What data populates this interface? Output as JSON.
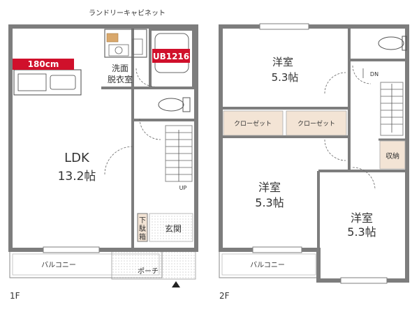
{
  "floor1": {
    "label": "1F",
    "laundry_cabinet": "ランドリーキャビネット",
    "kitchen_width": "180cm",
    "unit_bath": "UB1216",
    "washroom_line1": "洗面",
    "washroom_line2": "脱衣室",
    "ldk_name": "LDK",
    "ldk_size": "13.2帖",
    "stair_up": "UP",
    "shoe_box_line1": "下",
    "shoe_box_line2": "駄",
    "shoe_box_line3": "箱",
    "entrance": "玄関",
    "balcony": "バルコニー",
    "porch": "ポーチ"
  },
  "floor2": {
    "label": "2F",
    "room_a_name": "洋室",
    "room_a_size": "5.3帖",
    "closet_left": "クローゼット",
    "closet_right": "クローゼット",
    "stair_down": "DN",
    "storage": "収納",
    "room_b_name": "洋室",
    "room_b_size": "5.3帖",
    "room_c_name": "洋室",
    "room_c_size": "5.3帖",
    "balcony": "バルコニー"
  },
  "colors": {
    "wall": "#7d7d7d",
    "closet_fill": "#f3e4d5",
    "accent": "#d0102b"
  }
}
